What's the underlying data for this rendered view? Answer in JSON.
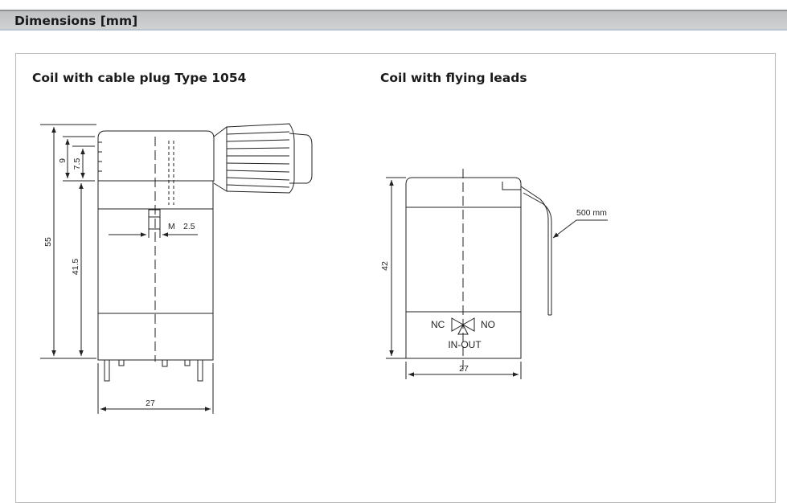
{
  "header": {
    "title": "Dimensions [mm]"
  },
  "left_drawing": {
    "title": "Coil with cable plug Type 1054",
    "dims": {
      "height_total": "55",
      "height_body": "41.5",
      "top_9": "9",
      "top_7_5": "7.5",
      "width": "27",
      "thread_m": "M",
      "thread_size": "2.5"
    }
  },
  "right_drawing": {
    "title": "Coil with flying leads",
    "dims": {
      "height": "42",
      "width": "27",
      "lead_length": "500 mm"
    },
    "valve_labels": {
      "nc": "NC",
      "no": "NO",
      "in_out": "IN-OUT"
    }
  },
  "colors": {
    "header_bg": "#c7c9cb",
    "line": "#222222"
  }
}
